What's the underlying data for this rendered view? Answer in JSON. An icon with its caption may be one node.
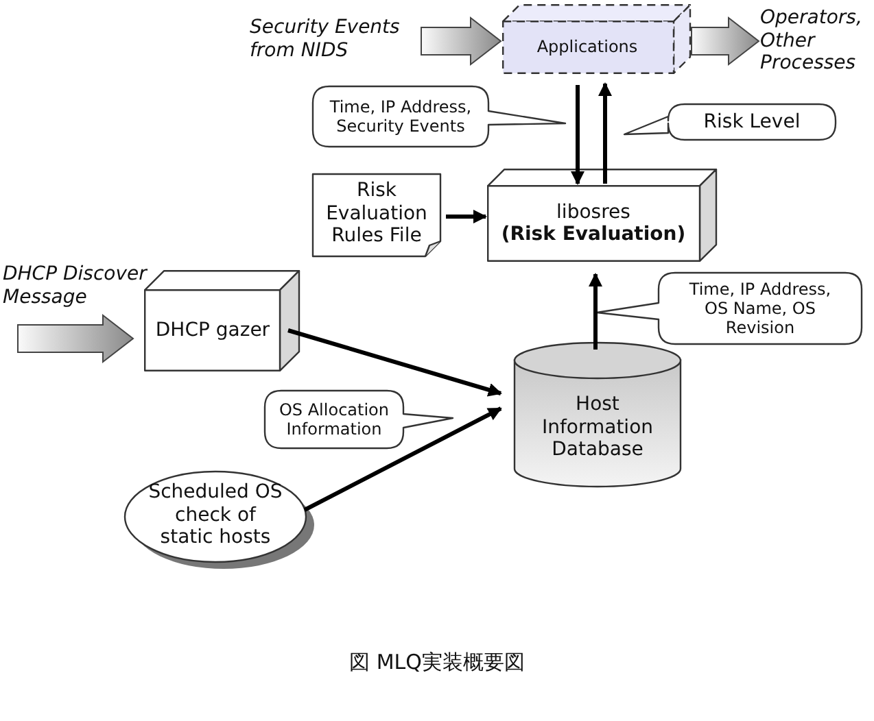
{
  "diagram": {
    "caption": "図 MLQ実装概要図",
    "nodes": [
      {
        "text": [
          "Security Events from NIDS"
        ]
      },
      {
        "text": [
          "Applications"
        ]
      },
      {
        "text": [
          "Operators, Other Processes"
        ]
      },
      {
        "text": [
          "Time, IP Address, Security Events"
        ]
      },
      {
        "text": [
          "Risk Level"
        ]
      },
      {
        "text": [
          "Risk Evaluation Rules File"
        ]
      },
      {
        "text": [
          "libosres",
          "(Risk Evaluation)"
        ]
      },
      {
        "text": [
          "DHCP Discover Message"
        ]
      },
      {
        "text": [
          "DHCP gazer"
        ]
      },
      {
        "text": [
          "Time, IP Address, OS Name, OS Revision"
        ]
      },
      {
        "text": [
          "Host Information Database"
        ]
      },
      {
        "text": [
          "OS Allocation Information"
        ]
      },
      {
        "text": [
          "Scheduled OS check of static hosts"
        ]
      }
    ],
    "edges": [
      {
        "from": 0,
        "to": 1,
        "arrow": "to",
        "style": "thick"
      },
      {
        "from": 1,
        "to": 2,
        "arrow": "to",
        "style": "thick"
      },
      {
        "from": 1,
        "to": 6,
        "arrow": "to"
      },
      {
        "from": 6,
        "to": 1,
        "arrow": "to"
      },
      {
        "from": 5,
        "to": 6,
        "arrow": "to"
      },
      {
        "from": 7,
        "to": 8,
        "arrow": "to",
        "style": "thick"
      },
      {
        "from": 8,
        "to": 10,
        "arrow": "to"
      },
      {
        "from": 12,
        "to": 10,
        "arrow": "to"
      },
      {
        "from": 10,
        "to": 6,
        "arrow": "to"
      }
    ]
  }
}
